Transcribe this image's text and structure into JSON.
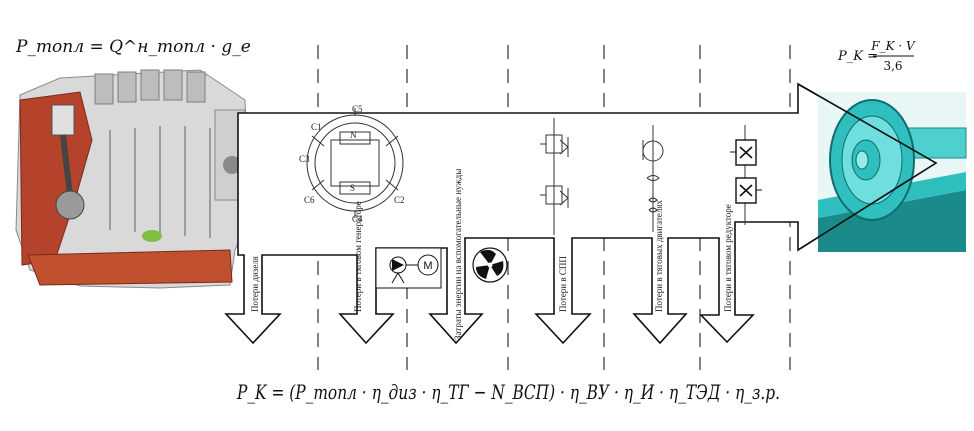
{
  "formulas": {
    "fuel_power_top_left": "P_топл = Q^н_топл · g_e",
    "wheel_power_top_right_lhs": "P_K =",
    "wheel_power_top_right_num": "F_K · V",
    "wheel_power_top_right_den": "3,6",
    "main_equation": "P_K = (P_топл · η_диз · η_ТГ − N_ВСП) · η_ВУ · η_И · η_ТЭД · η_з.р."
  },
  "loss_labels": [
    "Потери дизеля",
    "Потери в тяговом генераторе",
    "Затраты энергии на вспомогательные нужды",
    "Потери в СПП",
    "Потери в тяговых двигателях",
    "Потери в тяговом редукторе"
  ],
  "generator_labels": [
    "C1",
    "C2",
    "C3",
    "C4",
    "C5",
    "C6",
    "N",
    "S"
  ],
  "motor_label": "M",
  "colors": {
    "engine_body": "#d7d7d7",
    "engine_red": "#b5432b",
    "engine_dark": "#5a5a5a",
    "wheel_teal": "#2fbfbf",
    "wheel_dark": "#1a8a8a",
    "line": "#111111"
  }
}
